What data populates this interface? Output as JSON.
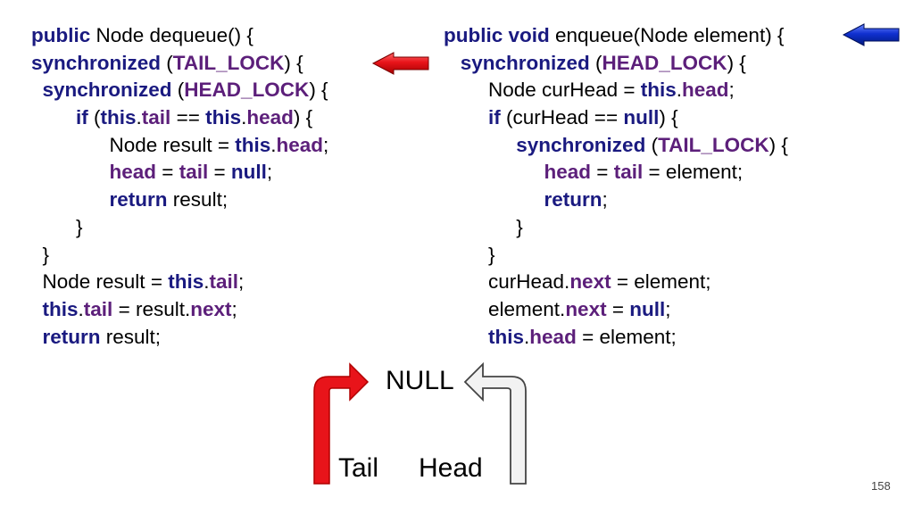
{
  "left_code": [
    [
      {
        "t": "public",
        "c": "kw"
      },
      {
        "t": " Node dequeue() {"
      }
    ],
    [
      {
        "t": "synchronized",
        "c": "kw"
      },
      {
        "t": " ("
      },
      {
        "t": "TAIL_LOCK",
        "c": "fld"
      },
      {
        "t": ") {"
      }
    ],
    [
      {
        "t": "  "
      },
      {
        "t": "synchronized",
        "c": "kw"
      },
      {
        "t": " ("
      },
      {
        "t": "HEAD_LOCK",
        "c": "fld"
      },
      {
        "t": ") {"
      }
    ],
    [
      {
        "t": "        "
      },
      {
        "t": "if",
        "c": "kw"
      },
      {
        "t": " ("
      },
      {
        "t": "this",
        "c": "kw"
      },
      {
        "t": "."
      },
      {
        "t": "tail",
        "c": "fld"
      },
      {
        "t": " == "
      },
      {
        "t": "this",
        "c": "kw"
      },
      {
        "t": "."
      },
      {
        "t": "head",
        "c": "fld"
      },
      {
        "t": ") {"
      }
    ],
    [
      {
        "t": "              Node result = "
      },
      {
        "t": "this",
        "c": "kw"
      },
      {
        "t": "."
      },
      {
        "t": "head",
        "c": "fld"
      },
      {
        "t": ";"
      }
    ],
    [
      {
        "t": "              "
      },
      {
        "t": "head",
        "c": "fld"
      },
      {
        "t": " = "
      },
      {
        "t": "tail",
        "c": "fld"
      },
      {
        "t": " = "
      },
      {
        "t": "null",
        "c": "kw"
      },
      {
        "t": ";"
      }
    ],
    [
      {
        "t": "              "
      },
      {
        "t": "return",
        "c": "kw"
      },
      {
        "t": " result;"
      }
    ],
    [
      {
        "t": "        }"
      }
    ],
    [
      {
        "t": "  }"
      }
    ],
    [
      {
        "t": "  Node result = "
      },
      {
        "t": "this",
        "c": "kw"
      },
      {
        "t": "."
      },
      {
        "t": "tail",
        "c": "fld"
      },
      {
        "t": ";"
      }
    ],
    [
      {
        "t": "  "
      },
      {
        "t": "this",
        "c": "kw"
      },
      {
        "t": "."
      },
      {
        "t": "tail",
        "c": "fld"
      },
      {
        "t": " = result."
      },
      {
        "t": "next",
        "c": "fld"
      },
      {
        "t": ";"
      }
    ],
    [
      {
        "t": "  "
      },
      {
        "t": "return",
        "c": "kw"
      },
      {
        "t": " result;"
      }
    ]
  ],
  "right_code": [
    [
      {
        "t": "public void",
        "c": "kw"
      },
      {
        "t": " enqueue(Node element) {"
      }
    ],
    [
      {
        "t": "   "
      },
      {
        "t": "synchronized",
        "c": "kw"
      },
      {
        "t": " ("
      },
      {
        "t": "HEAD_LOCK",
        "c": "fld"
      },
      {
        "t": ") {"
      }
    ],
    [
      {
        "t": "        Node curHead = "
      },
      {
        "t": "this",
        "c": "kw"
      },
      {
        "t": "."
      },
      {
        "t": "head",
        "c": "fld"
      },
      {
        "t": ";"
      }
    ],
    [
      {
        "t": "        "
      },
      {
        "t": "if",
        "c": "kw"
      },
      {
        "t": " (curHead == "
      },
      {
        "t": "null",
        "c": "kw"
      },
      {
        "t": ") {"
      }
    ],
    [
      {
        "t": "             "
      },
      {
        "t": "synchronized",
        "c": "kw"
      },
      {
        "t": " ("
      },
      {
        "t": "TAIL_LOCK",
        "c": "fld"
      },
      {
        "t": ") {"
      }
    ],
    [
      {
        "t": "                  "
      },
      {
        "t": "head",
        "c": "fld"
      },
      {
        "t": " = "
      },
      {
        "t": "tail",
        "c": "fld"
      },
      {
        "t": " = element;"
      }
    ],
    [
      {
        "t": "                  "
      },
      {
        "t": "return",
        "c": "kw"
      },
      {
        "t": ";"
      }
    ],
    [
      {
        "t": "             }"
      }
    ],
    [
      {
        "t": "        }"
      }
    ],
    [
      {
        "t": "        curHead."
      },
      {
        "t": "next",
        "c": "fld"
      },
      {
        "t": " = element;"
      }
    ],
    [
      {
        "t": "        element."
      },
      {
        "t": "next",
        "c": "fld"
      },
      {
        "t": " = "
      },
      {
        "t": "null",
        "c": "kw"
      },
      {
        "t": ";"
      }
    ],
    [
      {
        "t": "        "
      },
      {
        "t": "this",
        "c": "kw"
      },
      {
        "t": "."
      },
      {
        "t": "head",
        "c": "fld"
      },
      {
        "t": " = element;"
      }
    ]
  ],
  "diagram": {
    "null_label": "NULL",
    "tail_label": "Tail",
    "head_label": "Head"
  },
  "page_number": "158",
  "colors": {
    "keyword": "#1a1a80",
    "field": "#5c1f7a",
    "red_arrow": "#e8141a",
    "blue_arrow": "#1030d0",
    "gray_arrow": "#f2f2f2"
  }
}
